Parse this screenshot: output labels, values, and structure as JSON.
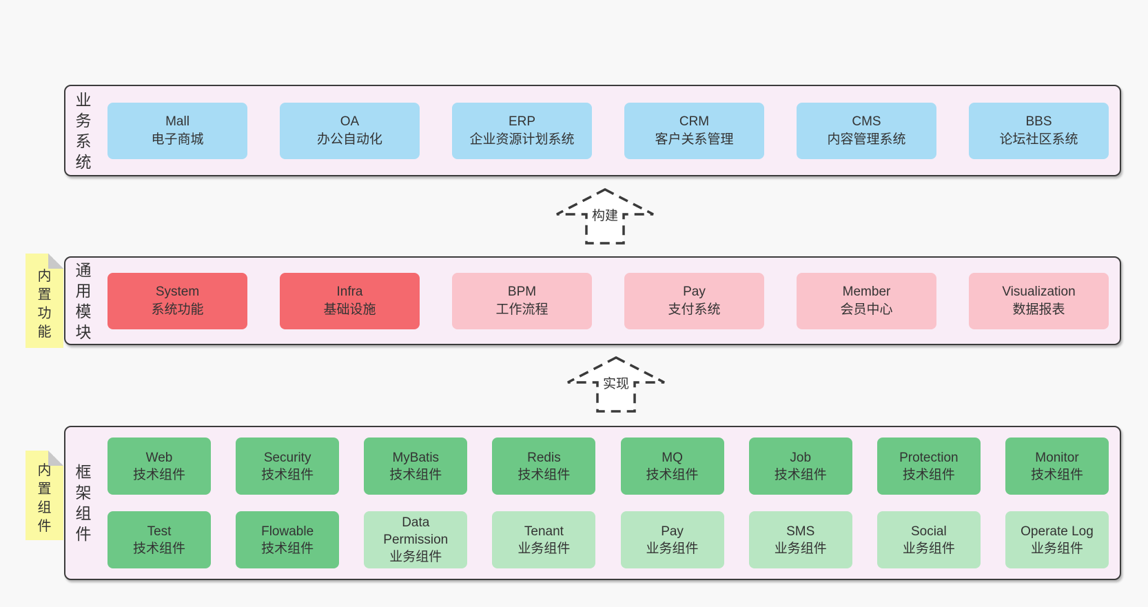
{
  "colors": {
    "page-bg": "#f8f8f8",
    "panel-bg": "#f9edf7",
    "panel-border": "#3b3b3b",
    "box-blue": "#a8dcf5",
    "box-red": "#f4696e",
    "box-pink": "#fac3cb",
    "box-green": "#6dc886",
    "box-lightgreen": "#b8e6c2",
    "sticky-yellow": "#fbf9a2",
    "sticky-fold": "#c9c9c9",
    "text": "#333333",
    "arrow": "#3a3a3a"
  },
  "layers": [
    {
      "label": "业务系统",
      "sticky": null,
      "rows": [
        [
          {
            "name": "Mall",
            "desc": "电子商城",
            "type": "blue"
          },
          {
            "name": "OA",
            "desc": "办公自动化",
            "type": "blue"
          },
          {
            "name": "ERP",
            "desc": "企业资源计划系统",
            "type": "blue"
          },
          {
            "name": "CRM",
            "desc": "客户关系管理",
            "type": "blue"
          },
          {
            "name": "CMS",
            "desc": "内容管理系统",
            "type": "blue"
          },
          {
            "name": "BBS",
            "desc": "论坛社区系统",
            "type": "blue"
          }
        ]
      ]
    },
    {
      "label": "通用模块",
      "sticky": "内置功能",
      "rows": [
        [
          {
            "name": "System",
            "desc": "系统功能",
            "type": "red"
          },
          {
            "name": "Infra",
            "desc": "基础设施",
            "type": "red"
          },
          {
            "name": "BPM",
            "desc": "工作流程",
            "type": "pink"
          },
          {
            "name": "Pay",
            "desc": "支付系统",
            "type": "pink"
          },
          {
            "name": "Member",
            "desc": "会员中心",
            "type": "pink"
          },
          {
            "name": "Visualization",
            "desc": "数据报表",
            "type": "pink"
          }
        ]
      ]
    },
    {
      "label": "框架组件",
      "sticky": "内置组件",
      "rows": [
        [
          {
            "name": "Web",
            "desc": "技术组件",
            "type": "green"
          },
          {
            "name": "Security",
            "desc": "技术组件",
            "type": "green"
          },
          {
            "name": "MyBatis",
            "desc": "技术组件",
            "type": "green"
          },
          {
            "name": "Redis",
            "desc": "技术组件",
            "type": "green"
          },
          {
            "name": "MQ",
            "desc": "技术组件",
            "type": "green"
          },
          {
            "name": "Job",
            "desc": "技术组件",
            "type": "green"
          },
          {
            "name": "Protection",
            "desc": "技术组件",
            "type": "green"
          },
          {
            "name": "Monitor",
            "desc": "技术组件",
            "type": "green"
          }
        ],
        [
          {
            "name": "Test",
            "desc": "技术组件",
            "type": "green"
          },
          {
            "name": "Flowable",
            "desc": "技术组件",
            "type": "green"
          },
          {
            "name": "Data Permission",
            "desc": "业务组件",
            "type": "lightgreen"
          },
          {
            "name": "Tenant",
            "desc": "业务组件",
            "type": "lightgreen"
          },
          {
            "name": "Pay",
            "desc": "业务组件",
            "type": "lightgreen"
          },
          {
            "name": "SMS",
            "desc": "业务组件",
            "type": "lightgreen"
          },
          {
            "name": "Social",
            "desc": "业务组件",
            "type": "lightgreen"
          },
          {
            "name": "Operate Log",
            "desc": "业务组件",
            "type": "lightgreen"
          }
        ]
      ]
    }
  ],
  "arrows": [
    {
      "label": "构建"
    },
    {
      "label": "实现"
    }
  ]
}
